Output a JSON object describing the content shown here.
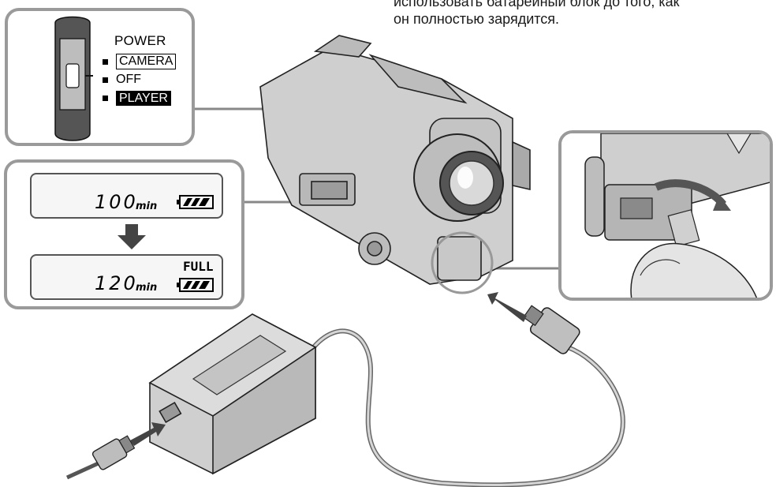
{
  "note": {
    "lines": [
      "использовать батарейный блок до того, как",
      "он полностью зарядится."
    ]
  },
  "power_switch": {
    "label": "POWER",
    "modes": [
      {
        "label": "CAMERA",
        "style": "boxed"
      },
      {
        "label": "OFF",
        "style": "plain"
      },
      {
        "label": "PLAYER",
        "style": "inverted"
      }
    ]
  },
  "battery_display": {
    "before": {
      "value": "100",
      "unit": "min"
    },
    "after": {
      "value": "120",
      "unit": "min",
      "status": "FULL"
    },
    "colors": {
      "lcd_bg": "#f6f6f6",
      "inset_border": "#9a9a9a",
      "arrow": "#444444"
    }
  }
}
